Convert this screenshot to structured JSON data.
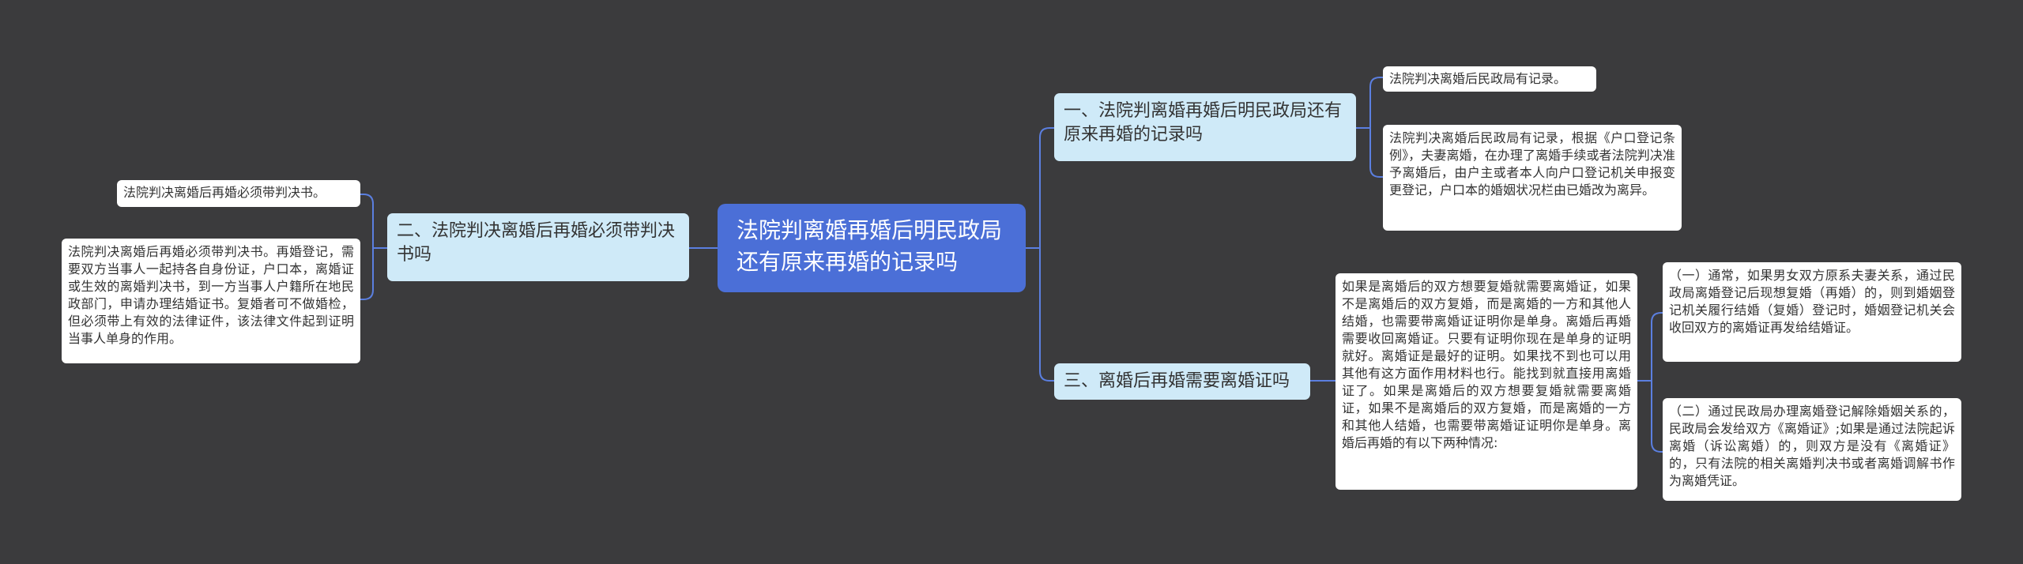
{
  "root": {
    "text": "法院判离婚再婚后明民政局还有原来再婚的记录吗"
  },
  "branch1": {
    "title": "一、法院判离婚再婚后明民政局还有原来再婚的记录吗",
    "leaves": [
      "法院判决离婚后民政局有记录。",
      "法院判决离婚后民政局有记录，根据《户口登记条例》，夫妻离婚，在办理了离婚手续或者法院判决准予离婚后，由户主或者本人向户口登记机关申报变更登记，户口本的婚姻状况栏由已婚改为离异。"
    ]
  },
  "branch2": {
    "title": "二、法院判决离婚后再婚必须带判决书吗",
    "leaves": [
      "法院判决离婚后再婚必须带判决书。",
      "法院判决离婚后再婚必须带判决书。再婚登记，需要双方当事人一起持各自身份证，户口本，离婚证或生效的离婚判决书，到一方当事人户籍所在地民政部门，申请办理结婚证书。复婚者可不做婚检，但必须带上有效的法律证件，该法律文件起到证明当事人单身的作用。"
    ]
  },
  "branch3": {
    "title": "三、离婚后再婚需要离婚证吗",
    "mid": "如果是离婚后的双方想要复婚就需要离婚证，如果不是离婚后的双方复婚，而是离婚的一方和其他人结婚，也需要带离婚证证明你是单身。离婚后再婚需要收回离婚证。只要有证明你现在是单身的证明就好。离婚证是最好的证明。如果找不到也可以用其他有这方面作用材料也行。能找到就直接用离婚证了。如果是离婚后的双方想要复婚就需要离婚证，如果不是离婚后的双方复婚，而是离婚的一方和其他人结婚，也需要带离婚证证明你是单身。离婚后再婚的有以下两种情况:",
    "leaves": [
      "（一）通常，如果男女双方原系夫妻关系，通过民政局离婚登记后现想复婚（再婚）的，则到婚姻登记机关履行结婚（复婚）登记时，婚姻登记机关会收回双方的离婚证再发给结婚证。",
      "（二）通过民政局办理离婚登记解除婚姻关系的，民政局会发给双方《离婚证》;如果是通过法院起诉离婚（诉讼离婚）的，则双方是没有《离婚证》的，只有法院的相关离婚判决书或者离婚调解书作为离婚凭证。"
    ]
  },
  "colors": {
    "background": "#3b3b3d",
    "root": "#4b6fd7",
    "branch": "#cfeaf8",
    "leaf": "#ffffff",
    "line": "#5b7fe0"
  }
}
